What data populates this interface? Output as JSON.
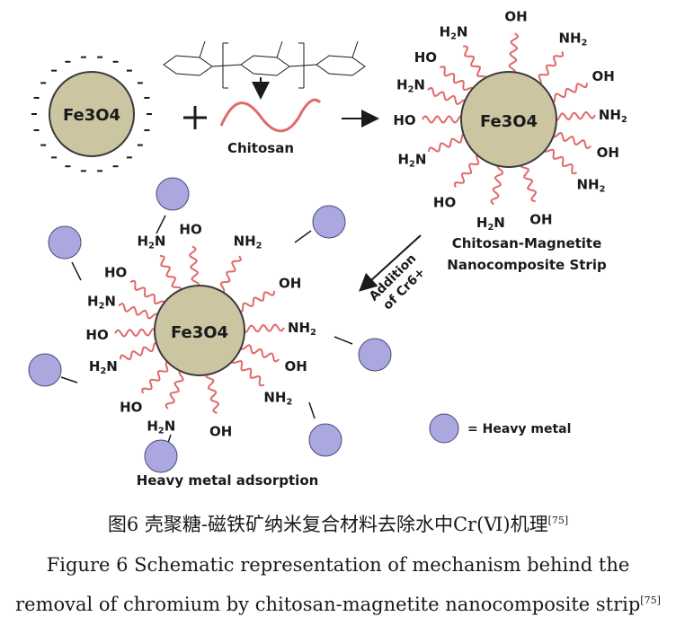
{
  "core_formula": "Fe3O4",
  "labels": {
    "chitosan": "Chitosan",
    "strip_line1": "Chitosan-Magnetite",
    "strip_line2": "Nanocomposite Strip",
    "addition_line1": "Addition",
    "addition_line2": "of Cr6+",
    "heavy_metal_legend": "= Heavy metal",
    "adsorption": "Heavy metal adsorption"
  },
  "groups": {
    "oh": "OH",
    "ho": "HO",
    "nh2": "NH2",
    "h2n": "H2N"
  },
  "caption": {
    "cn": "图6 壳聚糖-磁铁矿纳米复合材料去除水中Cr(Ⅵ)机理",
    "cn_ref": "[75]",
    "en_line1": "Figure 6 Schematic representation of mechanism behind the",
    "en_line2": "removal of chromium by chitosan-magnetite nanocomposite strip",
    "en_ref": "[75]"
  },
  "colors": {
    "core_fill": "#cbc5a2",
    "core_stroke": "#3a3a3a",
    "wave": "#e06a6a",
    "metal_fill": "#aaa8de",
    "metal_stroke": "#4a4a7a",
    "text": "#1a1a1a"
  }
}
